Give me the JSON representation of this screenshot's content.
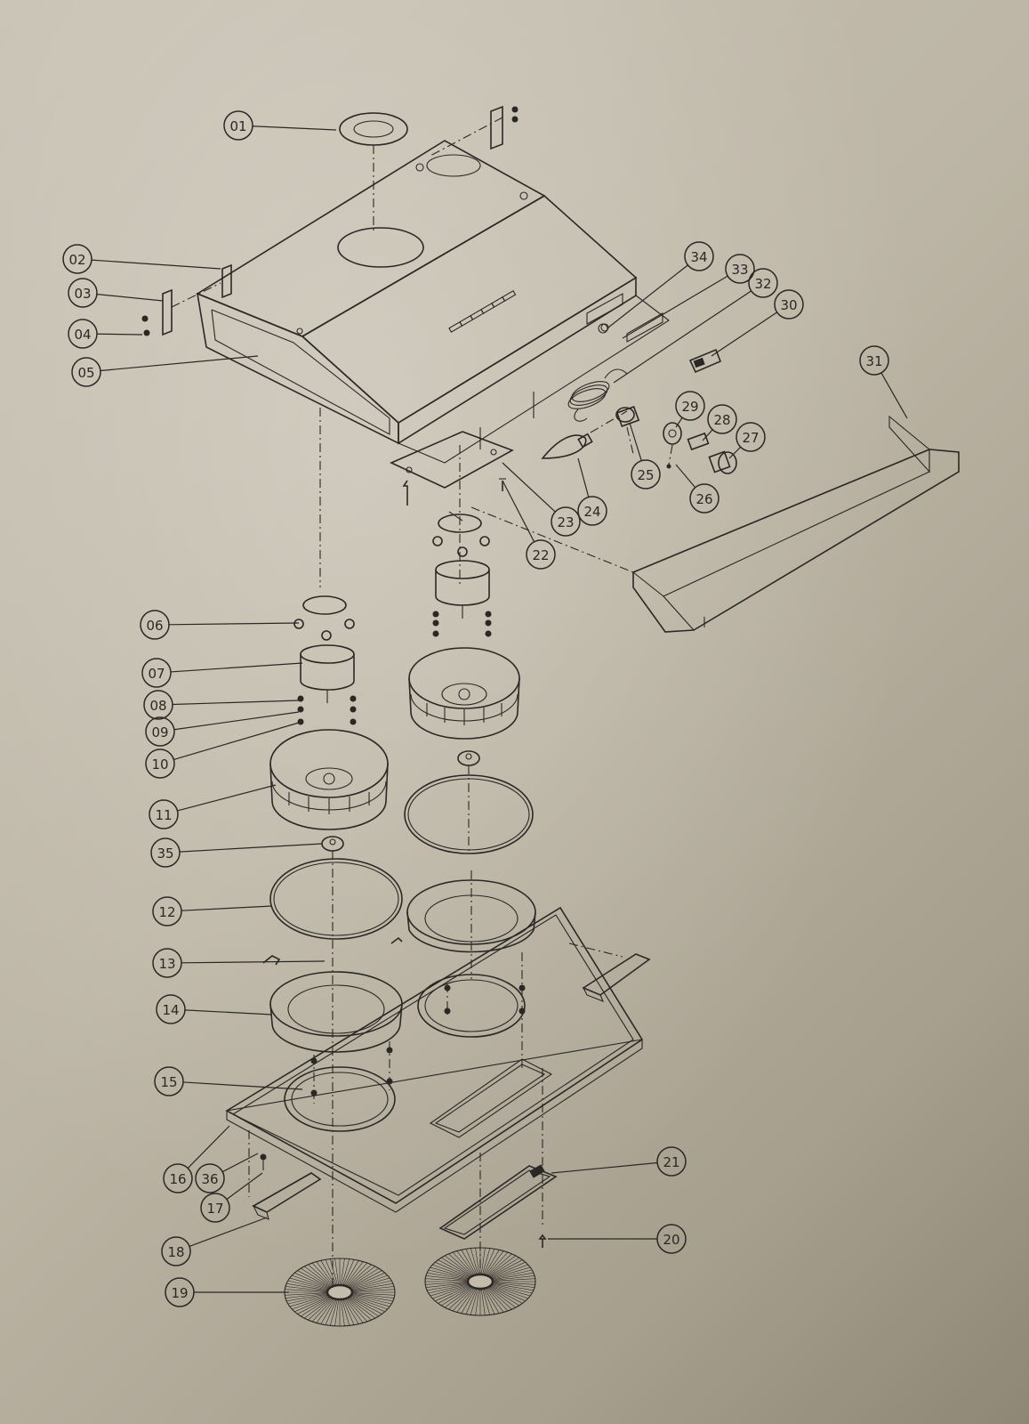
{
  "callouts": [
    {
      "label": "01"
    },
    {
      "label": "02"
    },
    {
      "label": "03"
    },
    {
      "label": "04"
    },
    {
      "label": "05"
    },
    {
      "label": "06"
    },
    {
      "label": "07"
    },
    {
      "label": "08"
    },
    {
      "label": "09"
    },
    {
      "label": "10"
    },
    {
      "label": "11"
    },
    {
      "label": "35"
    },
    {
      "label": "12"
    },
    {
      "label": "13"
    },
    {
      "label": "14"
    },
    {
      "label": "15"
    },
    {
      "label": "16"
    },
    {
      "label": "36"
    },
    {
      "label": "17"
    },
    {
      "label": "18"
    },
    {
      "label": "19"
    },
    {
      "label": "20"
    },
    {
      "label": "21"
    },
    {
      "label": "22"
    },
    {
      "label": "23"
    },
    {
      "label": "24"
    },
    {
      "label": "25"
    },
    {
      "label": "26"
    },
    {
      "label": "27"
    },
    {
      "label": "28"
    },
    {
      "label": "29"
    },
    {
      "label": "30"
    },
    {
      "label": "31"
    },
    {
      "label": "32"
    },
    {
      "label": "33"
    },
    {
      "label": "34"
    }
  ],
  "colors": {
    "ink": "#2a2825",
    "paper": "#c3bcad"
  }
}
